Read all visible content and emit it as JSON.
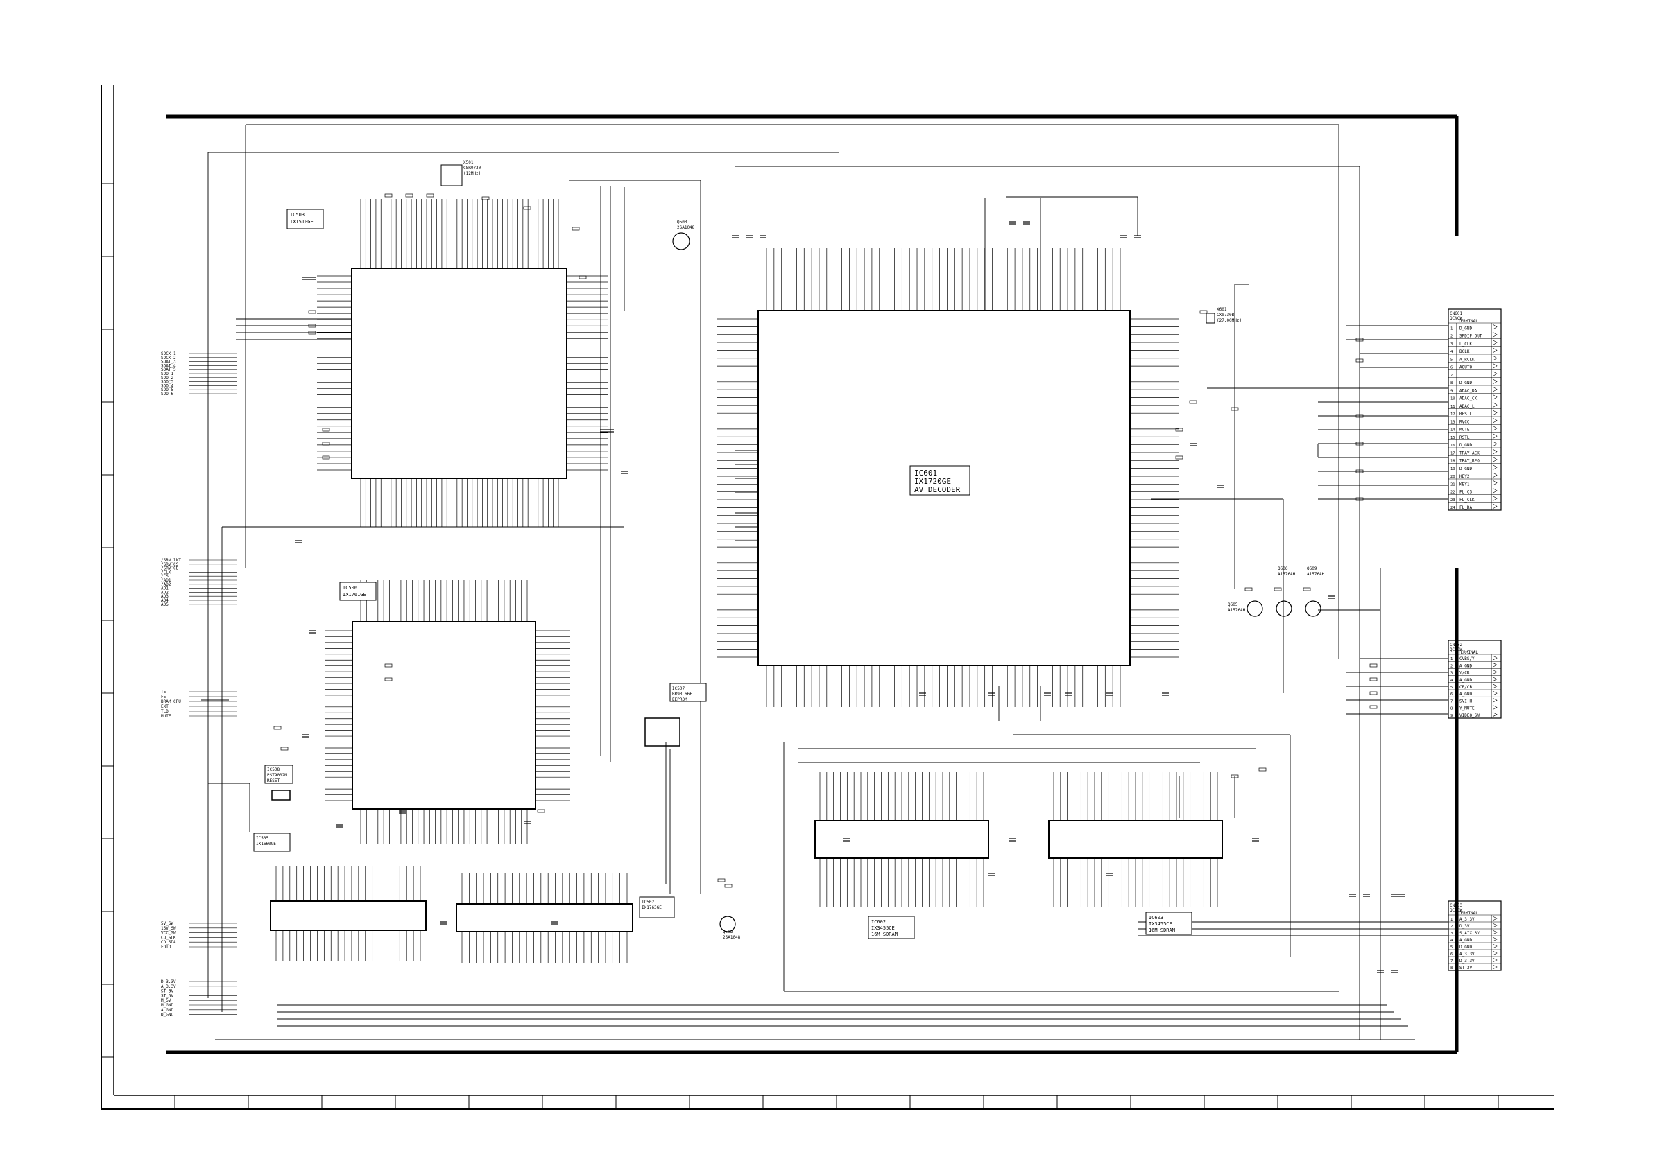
{
  "main_ics": [
    {
      "key": "ic601",
      "ref": "IC601",
      "part": "IX1720GE",
      "desc": "AV DECODER"
    },
    {
      "key": "ic503",
      "ref": "IC503",
      "part": "IX1510GE",
      "desc": ""
    },
    {
      "key": "ic506",
      "ref": "IC506",
      "part": "IX1761GE",
      "desc": ""
    },
    {
      "key": "ic602",
      "ref": "IC602",
      "part": "IX3455CE",
      "desc": "16M SDRAM"
    },
    {
      "key": "ic603",
      "ref": "IC603",
      "part": "IX3455CE",
      "desc": "16M SDRAM"
    },
    {
      "key": "ic505",
      "ref": "IC505",
      "part": "IX1660GE",
      "desc": ""
    },
    {
      "key": "ic502",
      "ref": "IC502",
      "part": "IX1763GE",
      "desc": ""
    },
    {
      "key": "ic507",
      "ref": "IC507",
      "part": "BR93L66F",
      "desc": "EEPROM"
    },
    {
      "key": "ic508",
      "ref": "IC508",
      "part": "PST9002M",
      "desc": "RESET"
    }
  ],
  "connectors": [
    {
      "key": "cn601",
      "ref": "CN601",
      "part": "QCNCW",
      "hdr": "TERMINAL",
      "labels": [
        "D_GND",
        "SPDIF_OUT",
        "L_CLK",
        "BCLK",
        "A_RCLK",
        "AOUTO",
        "",
        "D_GND",
        "ADAC_DA",
        "ADAC_CK",
        "ADAC_L",
        "RESTL",
        "RVCC",
        "MUTE",
        "RSTL",
        "D_GND",
        "TRAY_ACK",
        "TRAY_REQ",
        "D_GND",
        "KEY2",
        "KEY1",
        "FL_CS",
        "FL_CLK",
        "FL_DA"
      ]
    },
    {
      "key": "cn602",
      "ref": "CN602",
      "part": "QCNCW",
      "hdr": "TERMINAL",
      "labels": [
        "CVBS/Y",
        "A_GND",
        "Y/CR",
        "A_GND",
        "CB/CB",
        "A_GND",
        "SVI-H",
        "Y_MUTE",
        "VIDEO_SW"
      ]
    },
    {
      "key": "cn603",
      "ref": "CN603",
      "part": "QCNCW",
      "hdr": "TERMINAL",
      "labels": [
        "A_3.3V",
        "D_3V",
        "S_AIX 3V",
        "A_GND",
        "D_GND",
        "A_3.3V",
        "D_3.3V",
        "ST_3V"
      ]
    }
  ],
  "left_labels": [
    {
      "key": "grpA",
      "items": [
        "SDCK_1",
        "SDCK_2",
        "SDAT_3",
        "SDAT_4",
        "SDAT_5",
        "SDO_1",
        "SDO_2",
        "SDO_3",
        "SDO_4",
        "SDO_5",
        "SDO_6"
      ]
    },
    {
      "key": "grpB",
      "items": [
        "/SRV_INT",
        "/SRV_CS",
        "/SRV_CE",
        "/CLK",
        "/CS",
        "/AD1",
        "/AD2",
        "AD1",
        "AD2",
        "AD3",
        "AD4",
        "AD5"
      ]
    },
    {
      "key": "grpC",
      "items": [
        "TE",
        "FE",
        "BRAM_CPU",
        "EXT",
        "TLD",
        "MUTE"
      ]
    },
    {
      "key": "grpD",
      "items": [
        "5V_SW",
        "15V_SW",
        "VCC_SW",
        "CD_SCK",
        "CD_SDA",
        "FOTD"
      ]
    },
    {
      "key": "grpE",
      "items": [
        "D_3.3V",
        "A_3.3V",
        "ST_3V",
        "ST_5V",
        "M_5V",
        "M_GND",
        "A_GND",
        "D_GND"
      ]
    }
  ],
  "xtals": [
    {
      "key": "x601",
      "ref": "X601",
      "part": "CX0730B",
      "freq": "(27.00MHz)"
    },
    {
      "key": "x501",
      "ref": "X501",
      "part": "CSR0730",
      "freq": "(12MHz)"
    }
  ],
  "transistors": [
    {
      "key": "q605",
      "ref": "Q605",
      "part": "A1576AH"
    },
    {
      "key": "q606",
      "ref": "Q606",
      "part": "A1576AH"
    },
    {
      "key": "q609",
      "ref": "Q609",
      "part": "A1576AH"
    },
    {
      "key": "q503",
      "ref": "Q503",
      "part": "2SA1048"
    },
    {
      "key": "q502",
      "ref": "Q502",
      "part": "2SA1048"
    }
  ]
}
